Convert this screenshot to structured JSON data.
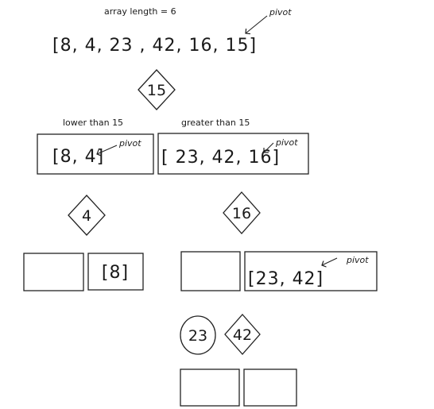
{
  "header": {
    "caption": "array length = 6",
    "pivot_label": "pivot",
    "array_text": "[8, 4, 23 , 42, 16, 15]"
  },
  "level1": {
    "pivot_value": "15",
    "left_caption": "lower than 15",
    "right_caption": "greater than 15",
    "left_array": "[8, 4]",
    "right_array": "[ 23, 42, 16]",
    "left_pivot_label": "pivot",
    "right_pivot_label": "pivot"
  },
  "level2": {
    "left_pivot_value": "4",
    "right_pivot_value": "16",
    "left_boxes": [
      "",
      "[8]"
    ],
    "right_boxes": [
      "",
      "[23, 42]"
    ],
    "right_pivot_label": "pivot"
  },
  "level3": {
    "circle_value": "23",
    "diamond_value": "42",
    "boxes": [
      "",
      ""
    ]
  }
}
